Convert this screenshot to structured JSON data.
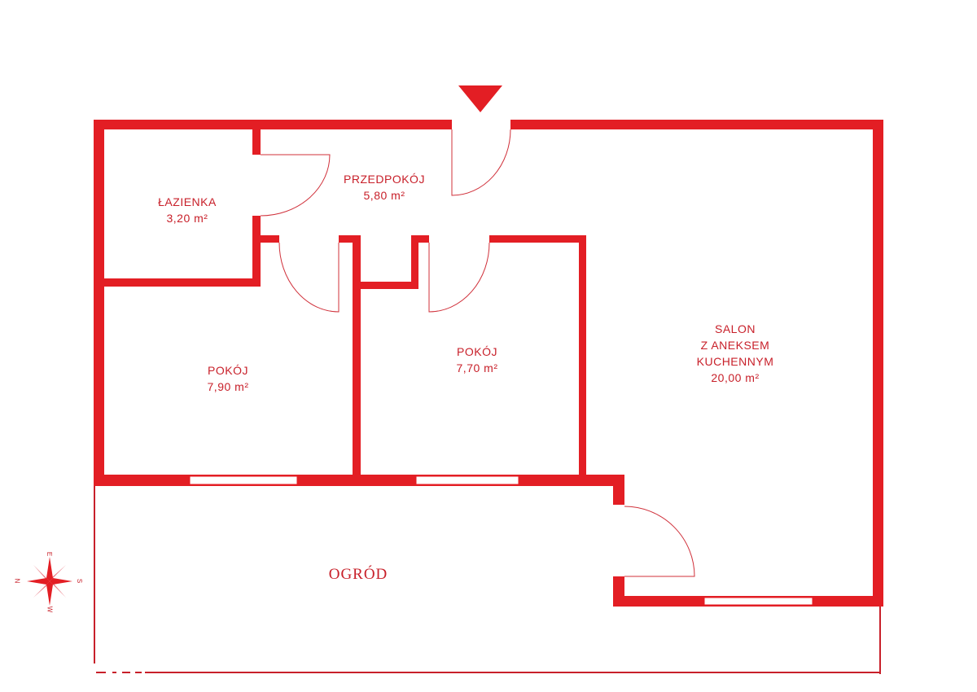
{
  "colors": {
    "wall": "#e31e24",
    "text": "#c8202a"
  },
  "rooms": [
    {
      "name": "ŁAZIENKA",
      "area": "3,20 m²"
    },
    {
      "name": "PRZEDPOKÓJ",
      "area": "5,80 m²"
    },
    {
      "name": "POKÓJ",
      "area": "7,90 m²"
    },
    {
      "name": "POKÓJ",
      "area": "7,70 m²"
    },
    {
      "name": "SALON",
      "name2": "Z ANEKSEM",
      "name3": "KUCHENNYM",
      "area": "20,00 m²"
    }
  ],
  "garden": {
    "name": "OGRÓD"
  },
  "compass": {
    "n": "N",
    "e": "E",
    "s": "S",
    "w": "W"
  },
  "icons": {
    "entrance": "entrance-arrow-icon",
    "compass": "compass-rose-icon"
  }
}
